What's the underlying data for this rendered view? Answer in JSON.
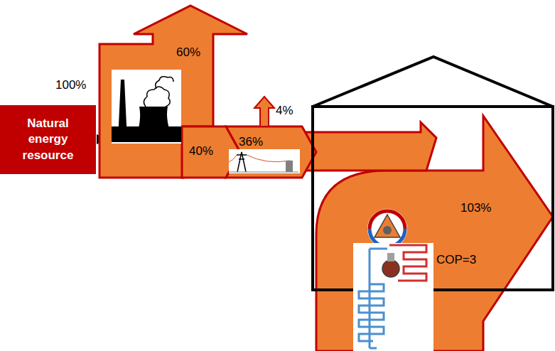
{
  "diagram": {
    "nodes": [
      {
        "text": [
          "Natural energy resource"
        ]
      }
    ],
    "labels": [
      "100%",
      "60%",
      "4%",
      "40%",
      "36%",
      "103%",
      "COP=3"
    ]
  }
}
